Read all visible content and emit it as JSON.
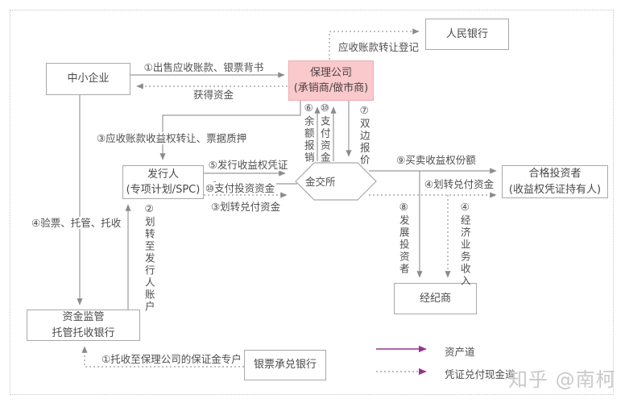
{
  "diagram": {
    "nodes": {
      "sme": {
        "label": "中小企业"
      },
      "factoring": {
        "line1": "保理公司",
        "line2": "(承销商/做市商)"
      },
      "pboc": {
        "label": "人民银行"
      },
      "issuer": {
        "line1": "发行人",
        "line2": "(专项计划/SPC)"
      },
      "exchange": {
        "label": "金交所"
      },
      "investors": {
        "line1": "合格投资者",
        "line2": "(收益权凭证持有人)"
      },
      "custodian_bank": {
        "line1": "资金监管",
        "line2": "托管托收银行"
      },
      "broker": {
        "label": "经纪商"
      },
      "acceptance_bank": {
        "label": "银票承兑银行"
      }
    },
    "edges": {
      "sell_receivables": "①出售应收账款、银票背书",
      "obtain_funds": "获得资金",
      "transfer_registration": "应收账款转让登记",
      "income_right_transfer": "③应收账款收益权转让、票据质押",
      "issue_certificates": "⑤发行收益权凭证",
      "pay_investment": "⑩支付投资资金",
      "transfer_redemption_exchange": "③划转兑付资金",
      "balance_report": "⑥余额报销",
      "pay_funds": "⑩支付资金",
      "bilateral_quote": "⑦双边报价",
      "trade_shares": "⑨买卖收益权份额",
      "transfer_redemption_investors": "④划转兑付资金",
      "develop_investors": "⑧发展投资者",
      "brokerage_income": "④经济业务收入",
      "verify_custody_collect": "④验票、托管、托收",
      "transfer_to_issuer_account": "②划转至发行人账户",
      "collect_to_margin_account": "①托收至保理公司的保证金专户"
    },
    "legend": {
      "solid_label": "资产道",
      "dotted_label": "凭证兑付现金道"
    },
    "watermark": "知乎 @南柯",
    "colors": {
      "pink_fill": "#f9c9cc",
      "line_gray": "#9a9a9a",
      "legend_purple": "#93338f"
    }
  }
}
